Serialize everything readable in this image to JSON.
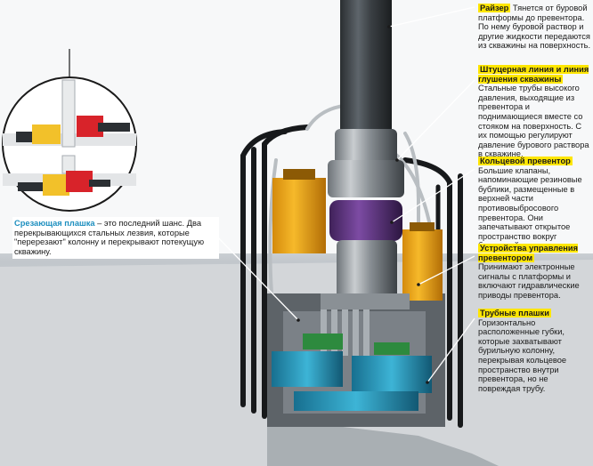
{
  "colors": {
    "highlight": "#ffe600",
    "accent_blue": "#1d8fbf",
    "ram_yellow": "#f2b21a",
    "ram_red": "#d8232a",
    "ring_purple": "#6b3a8c",
    "pipe_ram_blue": "#2fa6c9"
  },
  "callouts": {
    "riser": {
      "title": "Райзер",
      "text": "Тянется от буровой платформы до превентора. По нему буровой раствор и другие жидкости передаются из скважины на поверхность."
    },
    "choke_line": {
      "title": "Штуцерная линия и линия глушения скважины",
      "text": "Стальные трубы высокого давления, выходящие из превентора и поднимающиеся вместе со стояком на поверхность. С их помощью регулируют давление бурового раствора в скважине."
    },
    "annular": {
      "title": "Кольцевой превентор",
      "text": "Большие клапаны, напоминающие резиновые бублики, размещенные в верхней части противовыбросового превентора. Они запечатывают открытое пространство вокруг бурильной колонны."
    },
    "control": {
      "title": "Устройства управления превентором",
      "text": "Принимают электронные сигналы с платформы и включают гидравлические приводы превентора."
    },
    "pipe_rams": {
      "title": "Трубные плашки",
      "text": "Горизонтально расположенные губки, которые захватывают бурильную колонну, перекрывая кольцевое пространство внутри превентора, но не повреждая трубу."
    },
    "shear_ram": {
      "title": "Срезающая плашка",
      "text": " – это последний шанс. Два перекрывающихся стальных лезвия, которые \"перерезают\" колонну и перекрывают потекущую скважину."
    }
  }
}
